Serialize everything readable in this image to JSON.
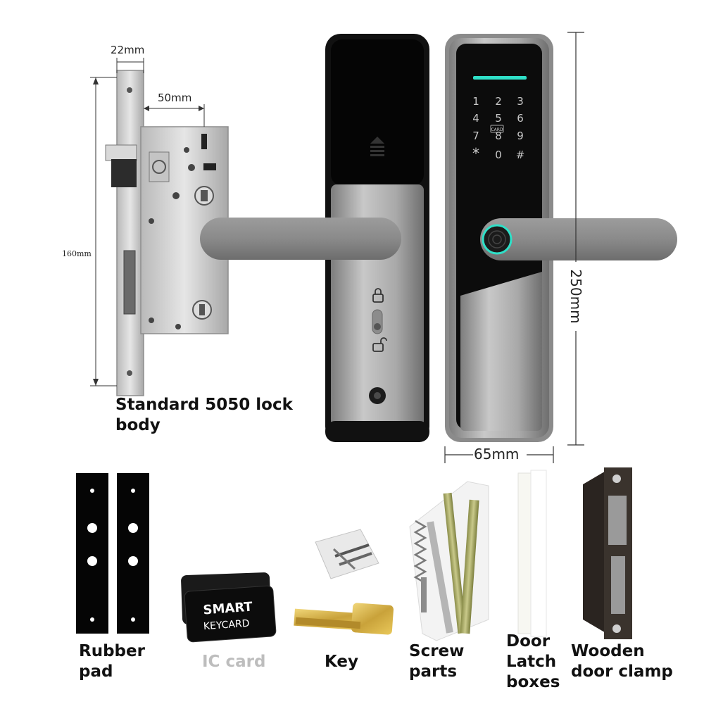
{
  "dimensions": {
    "lock_body_faceplate_width": "22mm",
    "lock_body_backset": "50mm",
    "lock_body_height": "160mm",
    "handle_height": "250mm",
    "handle_width": "65mm"
  },
  "keypad": {
    "keys": [
      "1",
      "2",
      "3",
      "4",
      "5",
      "6",
      "7",
      "8",
      "9",
      "*",
      "0",
      "#"
    ],
    "card_icon_text": "CARD"
  },
  "keycard": {
    "line1": "SMART",
    "line2": "KEYCARD"
  },
  "labels": {
    "lock_body_line1": "Standard 5050 lock",
    "lock_body_line2": "body",
    "rubber_pad_line1": "Rubber",
    "rubber_pad_line2": "pad",
    "ic_card": "IC card",
    "key": "Key",
    "screw_parts_line1": "Screw",
    "screw_parts_line2": "parts",
    "door_latch_line1": "Door",
    "door_latch_line2": "Latch",
    "door_latch_line3": "boxes",
    "door_clamp_line1": "Wooden",
    "door_clamp_line2": "door clamp"
  },
  "colors": {
    "ic_card_label": "#bdbdbd",
    "handle_black": "#111111",
    "handle_silver": "#9a9a9a",
    "keypad_glow": "#2fe0c8"
  },
  "icons": {
    "lock_status": "padlock-closed-icon",
    "unlock_status": "padlock-open-icon",
    "fingerprint": "fingerprint-icon",
    "card_reader": "eject-up-icon",
    "keyhole": "keyhole-icon"
  }
}
